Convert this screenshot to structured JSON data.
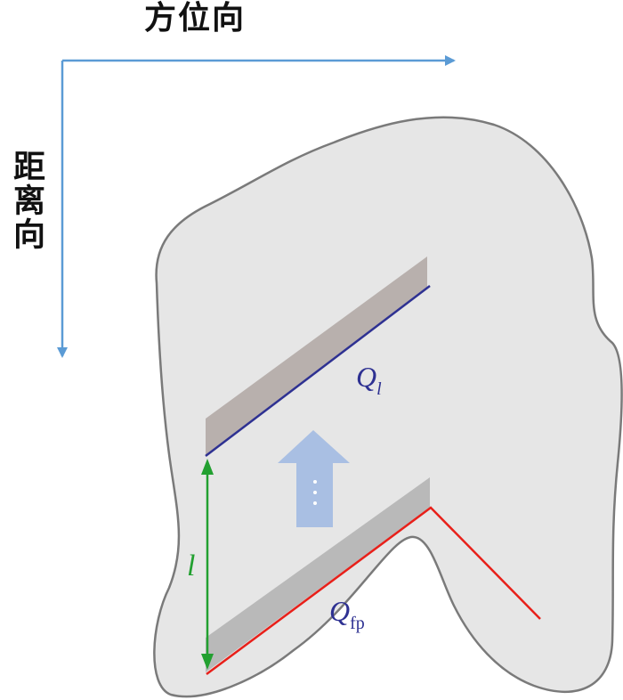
{
  "axes": {
    "azimuth_label": "方位向",
    "range_label": "距离向",
    "axis_color": "#5b9bd5"
  },
  "annotations": {
    "q_l": {
      "main": "Q",
      "sub": "l"
    },
    "q_fp": {
      "main": "Q",
      "sub": "fp"
    },
    "length": "l"
  },
  "colors": {
    "region_fill": "#e6e6e6",
    "region_stroke": "#7a7a7a",
    "upper_band": "#b8b0ad",
    "lower_band": "#b9b9b9",
    "blue_line": "#2e3192",
    "red_line": "#e8201a",
    "green_arrow": "#22a030",
    "move_arrow": "#a9bfe3",
    "label_color": "#2e3192",
    "length_color": "#22a030"
  }
}
